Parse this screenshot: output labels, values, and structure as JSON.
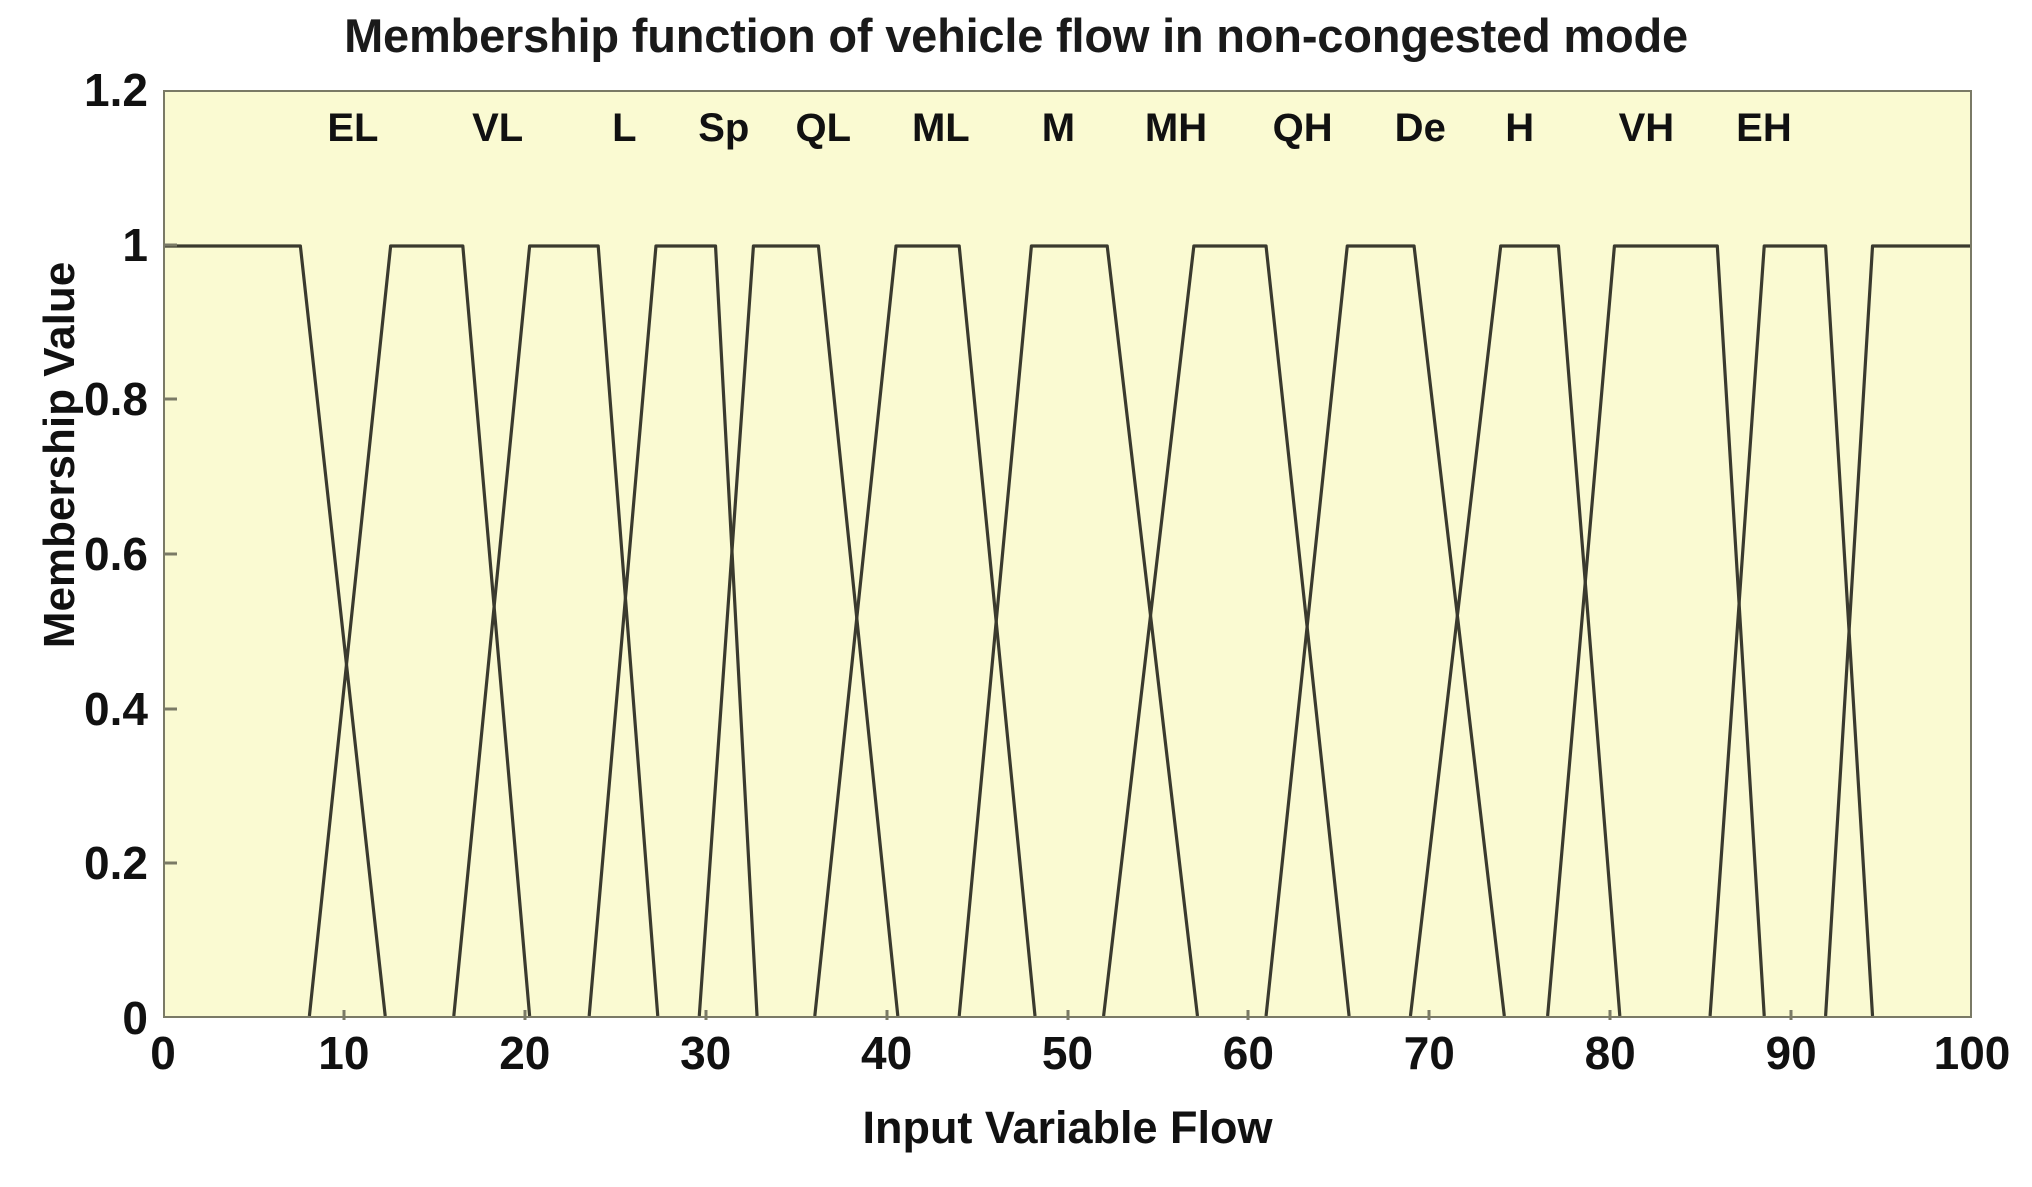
{
  "chart": {
    "title": "Membership function of vehicle flow in non-congested mode",
    "xlabel": "Input Variable Flow",
    "ylabel": "Membership Value",
    "plot_background_color": "#FAFAD2",
    "line_color": "#3a3a2e",
    "axis_color": "#7a7a66"
  },
  "axes": {
    "y_ticks": [
      "0",
      "0.2",
      "0.4",
      "0.6",
      "0.8",
      "1",
      "1.2"
    ],
    "y_tick_values": [
      0,
      0.2,
      0.4,
      0.6,
      0.8,
      1,
      1.2
    ],
    "x_ticks": [
      "0",
      "10",
      "20",
      "30",
      "40",
      "50",
      "60",
      "70",
      "80",
      "90",
      "100"
    ],
    "x_tick_values": [
      0,
      10,
      20,
      30,
      40,
      50,
      60,
      70,
      80,
      90,
      100
    ]
  },
  "chart_data": {
    "type": "line",
    "title": "Membership function of vehicle flow in non-congested mode",
    "xlabel": "Input Variable Flow",
    "ylabel": "Membership Value",
    "xlim": [
      0,
      100
    ],
    "ylim": [
      0,
      1.2
    ],
    "grid": false,
    "legend": "none",
    "annotations_note": "Each trapezoid is labelled by a bold abbreviation placed above its plateau inside the plot area.",
    "series": [
      {
        "name": "EL",
        "label_x": 6.0,
        "trapezoid": [
          0,
          0,
          7.5,
          12.2
        ]
      },
      {
        "name": "VL",
        "label_x": 13.5,
        "trapezoid": [
          8.0,
          12.5,
          16.5,
          20.2
        ]
      },
      {
        "name": "L",
        "label_x": 21.0,
        "trapezoid": [
          16.0,
          20.2,
          24.0,
          27.3
        ]
      },
      {
        "name": "Sp",
        "label_x": 27.5,
        "trapezoid": [
          23.5,
          27.2,
          30.5,
          32.8
        ]
      },
      {
        "name": "QL",
        "label_x": 33.0,
        "trapezoid": [
          29.6,
          32.6,
          36.2,
          40.6
        ]
      },
      {
        "name": "ML",
        "label_x": 38.5,
        "trapezoid": [
          36.0,
          40.5,
          44.0,
          48.2
        ]
      },
      {
        "name": "M",
        "label_x": 45.0,
        "trapezoid": [
          44.0,
          48.0,
          52.2,
          57.2
        ]
      },
      {
        "name": "MH",
        "label_x": 51.5,
        "trapezoid": [
          52.0,
          57.0,
          61.0,
          65.6
        ]
      },
      {
        "name": "QH",
        "label_x": 58.5,
        "trapezoid": [
          61.0,
          65.5,
          69.2,
          74.2
        ]
      },
      {
        "name": "De",
        "label_x": 64.5,
        "trapezoid": [
          69.0,
          74.0,
          77.2,
          80.6
        ]
      },
      {
        "name": "H",
        "label_x": 70.0,
        "trapezoid": [
          76.6,
          80.3,
          86.0,
          88.6
        ]
      },
      {
        "name": "VH",
        "label_x": 76.0,
        "trapezoid": [
          85.6,
          88.6,
          92.0,
          94.6
        ]
      },
      {
        "name": "EH",
        "label_x": 82.0,
        "trapezoid": [
          92.0,
          94.6,
          100,
          100
        ]
      }
    ],
    "category_labels": [
      {
        "text": "EL",
        "x": 10.5
      },
      {
        "text": "VL",
        "x": 18.5
      },
      {
        "text": "L",
        "x": 25.5
      },
      {
        "text": "Sp",
        "x": 31.0
      },
      {
        "text": "QL",
        "x": 36.5
      },
      {
        "text": "ML",
        "x": 43.0
      },
      {
        "text": "M",
        "x": 49.5
      },
      {
        "text": "MH",
        "x": 56.0
      },
      {
        "text": "QH",
        "x": 63.0
      },
      {
        "text": "De",
        "x": 69.5
      },
      {
        "text": "H",
        "x": 75.0
      },
      {
        "text": "VH",
        "x": 82.0
      },
      {
        "text": "EH",
        "x": 88.5
      }
    ]
  }
}
